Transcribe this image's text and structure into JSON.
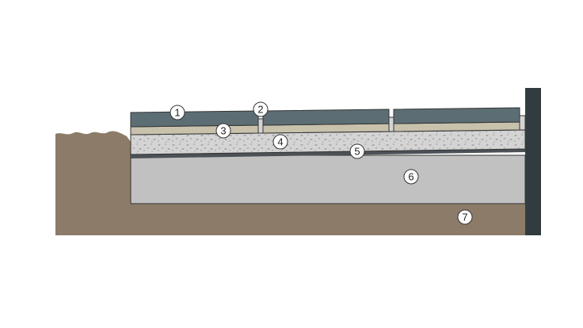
{
  "diagram": {
    "colors": {
      "background": "#ffffff",
      "soil": "#8c7b68",
      "sub_base": "#c1c1c2",
      "membrane": "#4b5156",
      "gravel": "#d4d4d4",
      "gravel_dots": "#a7a7a9",
      "bedding": "#c8c1ac",
      "tile": "#5c6e74",
      "wall": "#323c40",
      "outline": "#333333",
      "marker_fill": "#ffffff"
    },
    "markers": [
      {
        "label": "1",
        "part": "tile"
      },
      {
        "label": "2",
        "part": "joint"
      },
      {
        "label": "3",
        "part": "bedding"
      },
      {
        "label": "4",
        "part": "gravel"
      },
      {
        "label": "5",
        "part": "membrane"
      },
      {
        "label": "6",
        "part": "sub-base"
      },
      {
        "label": "7",
        "part": "soil"
      }
    ]
  }
}
